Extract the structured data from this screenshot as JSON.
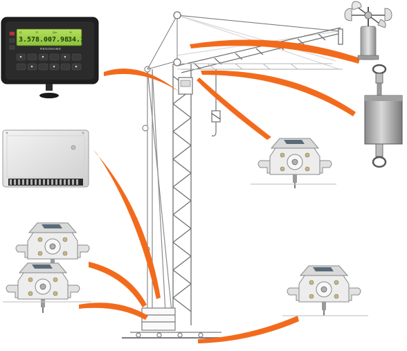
{
  "display_unit": {
    "readings": [
      "3.57",
      "8.00",
      "7.98",
      "34.1"
    ],
    "brand": "REGONAMS"
  },
  "colors": {
    "connector": "#f26b1d",
    "crane_line": "#6f6f6f",
    "crane_light": "#c8c8c8",
    "lcd": "#9fd04a",
    "device_body": "#e9e9e9"
  },
  "icons": [
    "anemometer-icon",
    "load-cell-icon",
    "angle-sensor-icon",
    "controller-box-icon",
    "display-unit-icon"
  ]
}
